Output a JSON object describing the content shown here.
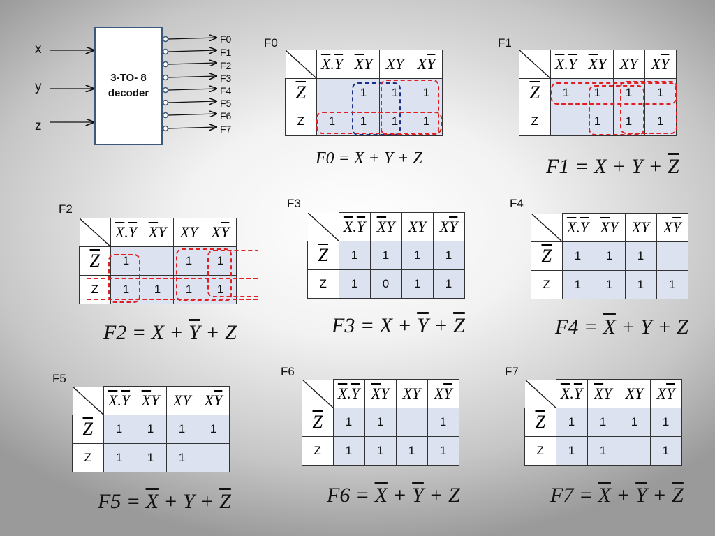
{
  "decoder": {
    "title_line1": "3-TO- 8",
    "title_line2": "decoder",
    "inputs": [
      "x",
      "y",
      "z"
    ],
    "outputs": [
      "F0",
      "F1",
      "F2",
      "F3",
      "F4",
      "F5",
      "F6",
      "F7"
    ]
  },
  "kmap_headers": {
    "col_base": [
      "X.Y",
      "XY",
      "XY",
      "XY"
    ],
    "row_bar": "Z",
    "row_plain": "Z"
  },
  "kmaps": [
    {
      "id": "F0",
      "label": "F0",
      "rows": [
        [
          "",
          "1",
          "1",
          "1"
        ],
        [
          "1",
          "1",
          "1",
          "1"
        ]
      ],
      "eq": [
        "F",
        "0",
        "=",
        "X",
        "+",
        "Y",
        "+",
        "Z"
      ]
    },
    {
      "id": "F1",
      "label": "F1",
      "rows": [
        [
          "1",
          "1",
          "1",
          "1"
        ],
        [
          "",
          "1",
          "1",
          "1"
        ]
      ],
      "eq": [
        "F",
        "1",
        "=",
        "X",
        "+",
        "Y",
        "+",
        "Z"
      ]
    },
    {
      "id": "F2",
      "label": "F2",
      "rows": [
        [
          "1",
          "",
          "1",
          "1"
        ],
        [
          "1",
          "1",
          "1",
          "1"
        ]
      ],
      "eq": [
        "F",
        "2",
        "=",
        "X",
        "+",
        "Y",
        "+",
        "Z"
      ]
    },
    {
      "id": "F3",
      "label": "F3",
      "rows": [
        [
          "1",
          "1",
          "1",
          "1"
        ],
        [
          "1",
          "0",
          "1",
          "1"
        ]
      ],
      "eq": [
        "F",
        "3",
        "=",
        "X",
        "+",
        "Y",
        "+",
        "Z"
      ]
    },
    {
      "id": "F4",
      "label": "F4",
      "rows": [
        [
          "1",
          "1",
          "1",
          ""
        ],
        [
          "1",
          "1",
          "1",
          "1"
        ]
      ],
      "eq": [
        "F",
        "4",
        "=",
        "X",
        "+",
        "Y",
        "+",
        "Z"
      ]
    },
    {
      "id": "F5",
      "label": "F5",
      "rows": [
        [
          "1",
          "1",
          "1",
          "1"
        ],
        [
          "1",
          "1",
          "1",
          ""
        ]
      ],
      "eq": [
        "F",
        "5",
        "=",
        "X",
        "+",
        "Y",
        "+",
        "Z"
      ]
    },
    {
      "id": "F6",
      "label": "F6",
      "rows": [
        [
          "1",
          "1",
          "",
          "1"
        ],
        [
          "1",
          "1",
          "1",
          "1"
        ]
      ],
      "eq": [
        "F",
        "6",
        "=",
        "X",
        "+",
        "Y",
        "+",
        "Z"
      ]
    },
    {
      "id": "F7",
      "label": "F7",
      "rows": [
        [
          "1",
          "1",
          "1",
          "1"
        ],
        [
          "1",
          "1",
          "",
          "1"
        ]
      ],
      "eq": [
        "F",
        "7",
        "=",
        "X",
        "+",
        "Y",
        "+",
        "Z"
      ]
    }
  ],
  "colors": {
    "group_red": "#e02020",
    "group_blue": "#1a2f8a",
    "cell_fill": "#dde2f0",
    "decoder_border": "#3a5a7c"
  }
}
